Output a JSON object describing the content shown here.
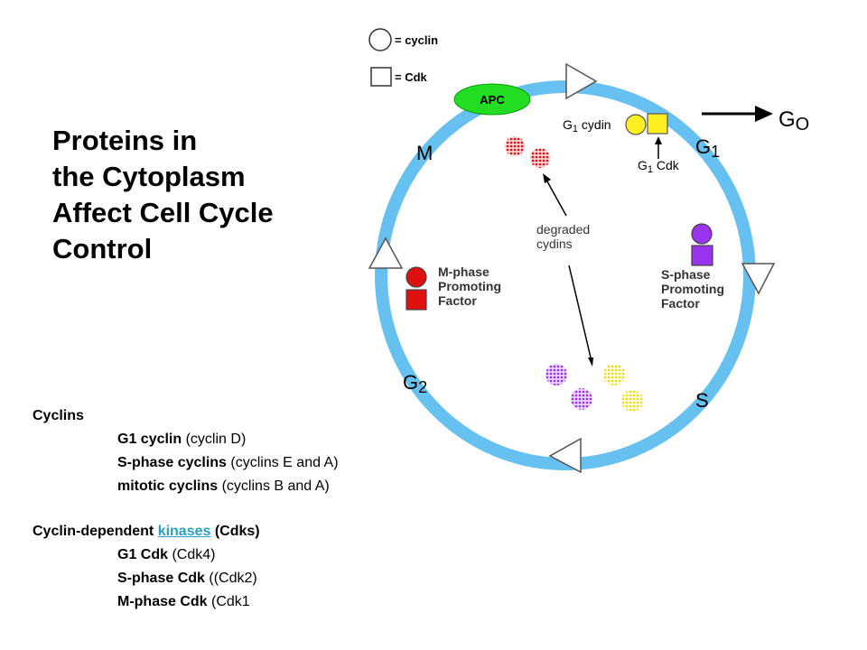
{
  "legend": {
    "cyclin": "= cyclin",
    "cdk": "= Cdk"
  },
  "diagram": {
    "apc": "APC",
    "phases": {
      "m": "M",
      "g1": "G",
      "g1_sub": "1",
      "s": "S",
      "g2": "G",
      "g2_sub": "2",
      "g0": "G",
      "g0_sub": "O"
    },
    "g1_cyclin": {
      "g": "G",
      "sub": "1",
      "text": " cydin"
    },
    "g1_cdk": {
      "g": "G",
      "sub": "1",
      "text": " Cdk"
    },
    "degraded": [
      "degraded",
      "cydins"
    ],
    "spf": [
      "S-phase",
      "Promoting",
      "Factor"
    ],
    "mpf": [
      "M-phase",
      "Promoting",
      "Factor"
    ],
    "colors": {
      "ring": "#66c1f0",
      "apc": "#22dd22",
      "red": "#e01010",
      "purple": "#9933ee",
      "yellow": "#ffee22"
    }
  },
  "title_lines": [
    "Proteins in",
    "the Cytoplasm",
    "Affect Cell Cycle",
    "Control"
  ],
  "notes": {
    "cyclins_heading": "Cyclins",
    "g1_bold": "G1 cyclin",
    "g1_rest": " (cyclin D)",
    "s_bold": "S-phase cyclins",
    "s_rest": " (cyclins E and A)",
    "m_bold": "mitotic cyclins",
    "m_rest": " (cyclins B and A)",
    "cdk_heading_pre": "Cyclin-dependent ",
    "cdk_link": "kinases",
    "cdk_heading_post": " (Cdks)",
    "g1cdk_bold": "G1 Cdk",
    "g1cdk_rest": " (Cdk4)",
    "scdk_bold": "S-phase Cdk",
    "scdk_rest": " ((Cdk2)",
    "mcdk_bold": "M-phase Cdk",
    "mcdk_rest": " (Cdk1"
  }
}
